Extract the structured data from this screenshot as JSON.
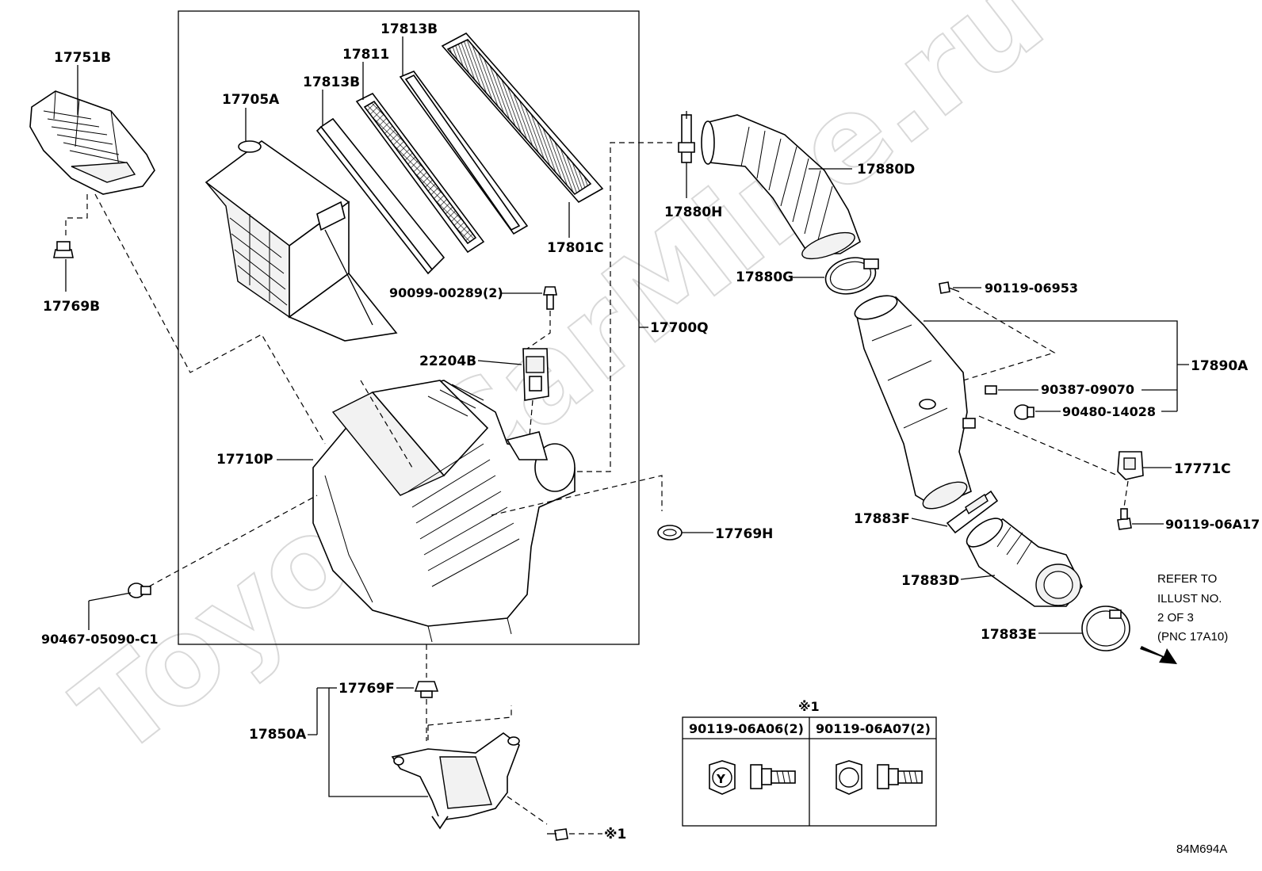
{
  "watermark": "ToyotaCarMine.ru",
  "drawing_code": "84M694A",
  "assembly_box_label": "17700Q",
  "parts": {
    "p17751B": "17751B",
    "p17769B": "17769B",
    "p17705A": "17705A",
    "p17813B_a": "17813B",
    "p17811": "17811",
    "p17813B_b": "17813B",
    "p17801C": "17801C",
    "p90099": "90099-00289(2)",
    "p22204B": "22204B",
    "p17710P": "17710P",
    "p90467": "90467-05090-C1",
    "p17769F": "17769F",
    "p17850A": "17850A",
    "p17769H": "17769H",
    "p17880H": "17880H",
    "p17880D": "17880D",
    "p17880G": "17880G",
    "p90119_06953": "90119-06953",
    "p17890A": "17890A",
    "p90387": "90387-09070",
    "p90480": "90480-14028",
    "p17771C": "17771C",
    "p90119_06A17": "90119-06A17",
    "p17883F": "17883F",
    "p17883D": "17883D",
    "p17883E": "17883E",
    "p_bolt_ref": "※1"
  },
  "refer_note": {
    "line1": "REFER TO",
    "line2": "ILLUST NO.",
    "line3": "2 OF 3",
    "line4": "(PNC 17A10)"
  },
  "table": {
    "mark": "※1",
    "col1": "90119-06A06(2)",
    "col2": "90119-06A07(2)",
    "col1_head_glyph": "Y"
  }
}
